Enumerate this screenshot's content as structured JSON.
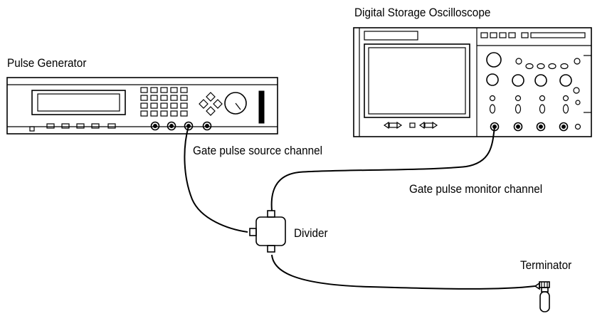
{
  "labels": {
    "pulse_generator": "Pulse Generator",
    "oscilloscope": "Digital Storage Oscilloscope",
    "gate_source": "Gate pulse source channel",
    "gate_monitor": "Gate pulse monitor channel",
    "divider": "Divider",
    "terminator": "Terminator"
  }
}
